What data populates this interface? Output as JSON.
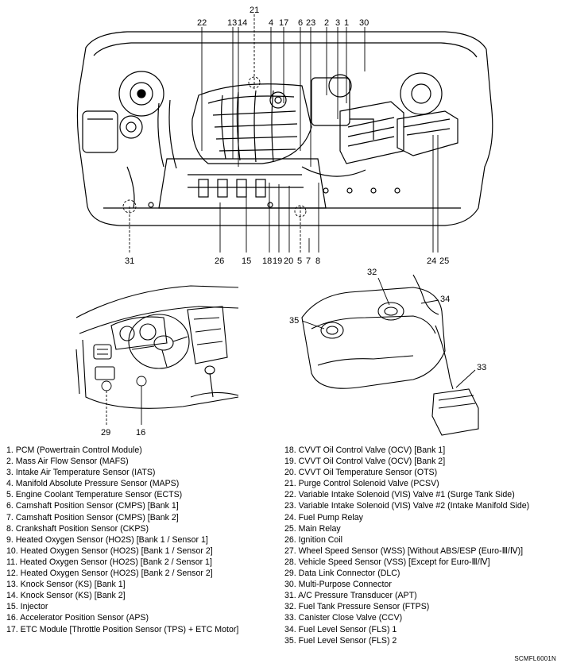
{
  "callouts": {
    "n1": "1",
    "n2": "2",
    "n3": "3",
    "n4": "4",
    "n5": "5",
    "n6": "6",
    "n7": "7",
    "n8": "8",
    "n13": "13",
    "n14": "14",
    "n15": "15",
    "n16": "16",
    "n17": "17",
    "n18": "18",
    "n19": "19",
    "n20": "20",
    "n21": "21",
    "n22": "22",
    "n23": "23",
    "n24": "24",
    "n25": "25",
    "n26": "26",
    "n29": "29",
    "n30": "30",
    "n31": "31",
    "n32": "32",
    "n33": "33",
    "n34": "34",
    "n35": "35"
  },
  "legend_left": [
    "1. PCM (Powertrain Control Module)",
    "2. Mass Air Flow Sensor (MAFS)",
    "3. Intake Air Temperature Sensor (IATS)",
    "4. Manifold Absolute Pressure Sensor (MAPS)",
    "5. Engine Coolant Temperature Sensor (ECTS)",
    "6. Camshaft Position Sensor (CMPS) [Bank 1]",
    "7. Camshaft Position Sensor (CMPS) [Bank 2]",
    "8. Crankshaft Position Sensor (CKPS)",
    "9. Heated Oxygen Sensor (HO2S) [Bank 1 / Sensor 1]",
    "10. Heated Oxygen Sensor (HO2S) [Bank 1 / Sensor 2]",
    "11. Heated Oxygen Sensor (HO2S) [Bank 2 / Sensor 1]",
    "12. Heated Oxygen Sensor (HO2S) [Bank 2 / Sensor 2]",
    "13. Knock Sensor (KS) [Bank 1]",
    "14. Knock Sensor (KS) [Bank 2]",
    "15. Injector",
    "16. Accelerator Position Sensor (APS)",
    "17. ETC Module [Throttle Position Sensor (TPS) + ETC Motor]"
  ],
  "legend_right": [
    "18. CVVT Oil Control Valve (OCV) [Bank 1]",
    "19. CVVT Oil Control Valve (OCV) [Bank 2]",
    "20. CVVT Oil Temperature Sensor (OTS)",
    "21. Purge Control Solenoid Valve (PCSV)",
    "22. Variable Intake Solenoid (VIS) Valve #1 (Surge Tank Side)",
    "23. Variable Intake Solenoid (VIS) Valve #2 (Intake Manifold Side)",
    "24. Fuel Pump Relay",
    "25. Main Relay",
    "26. Ignition Coil",
    "27. Wheel Speed Sensor (WSS) [Without ABS/ESP (Euro-Ⅲ/Ⅳ)]",
    "28. Vehicle Speed Sensor (VSS) [Except for Euro-Ⅲ/Ⅳ]",
    "29. Data Link Connector (DLC)",
    "30. Multi-Purpose Connector",
    "31. A/C Pressure Transducer (APT)",
    "32. Fuel Tank Pressure Sensor (FTPS)",
    "33. Canister Close Valve (CCV)",
    "34. Fuel Level Sensor (FLS) 1",
    "35. Fuel Level Sensor (FLS) 2"
  ],
  "figure_code": "SCMFL6001N"
}
